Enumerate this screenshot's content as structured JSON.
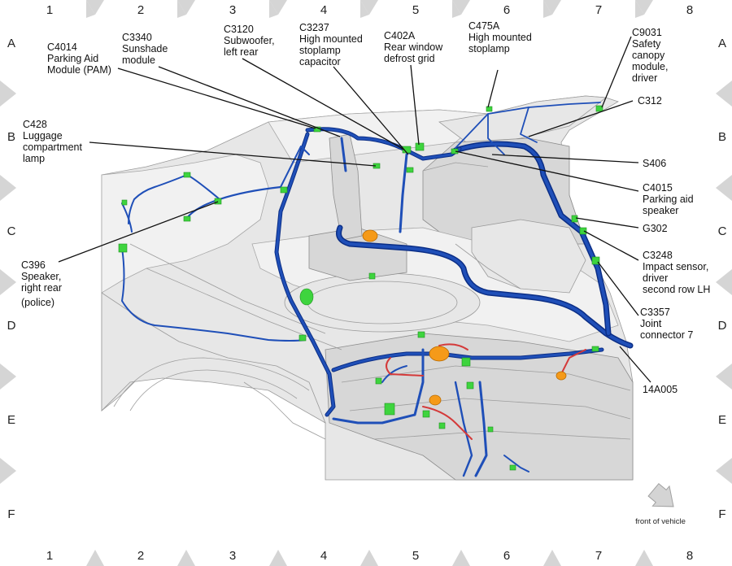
{
  "grid": {
    "columns": [
      "1",
      "2",
      "3",
      "4",
      "5",
      "6",
      "7",
      "8"
    ],
    "rows": [
      "A",
      "B",
      "C",
      "D",
      "E",
      "F"
    ]
  },
  "callouts": [
    {
      "id": "C4014",
      "lines": [
        "C4014",
        "Parking Aid",
        "Module (PAM)"
      ]
    },
    {
      "id": "C3340",
      "lines": [
        "C3340",
        "Sunshade",
        "module"
      ]
    },
    {
      "id": "C3120",
      "lines": [
        "C3120",
        "Subwoofer,",
        "left rear"
      ]
    },
    {
      "id": "C3237",
      "lines": [
        "C3237",
        "High mounted",
        "stoplamp",
        "capacitor"
      ]
    },
    {
      "id": "C402A",
      "lines": [
        "C402A",
        "Rear window",
        "defrost grid"
      ]
    },
    {
      "id": "C475A",
      "lines": [
        "C475A",
        "High mounted",
        "stoplamp"
      ]
    },
    {
      "id": "C9031",
      "lines": [
        "C9031",
        "Safety",
        "canopy",
        "module,",
        "driver"
      ]
    },
    {
      "id": "C312",
      "lines": [
        "C312"
      ]
    },
    {
      "id": "C428",
      "lines": [
        "C428",
        "Luggage",
        "compartment",
        "lamp"
      ]
    },
    {
      "id": "S406",
      "lines": [
        "S406"
      ]
    },
    {
      "id": "C4015",
      "lines": [
        "C4015",
        "Parking aid",
        "speaker"
      ]
    },
    {
      "id": "G302",
      "lines": [
        "G302"
      ]
    },
    {
      "id": "C3248",
      "lines": [
        "C3248",
        "Impact sensor,",
        "driver",
        "second row LH"
      ]
    },
    {
      "id": "C396",
      "lines": [
        "C396",
        "Speaker,",
        "right rear",
        "(police)"
      ]
    },
    {
      "id": "C3357",
      "lines": [
        "C3357",
        "Joint",
        "connector 7"
      ]
    },
    {
      "id": "14A005",
      "lines": [
        "14A005"
      ]
    }
  ],
  "orientation": {
    "label": "front of vehicle"
  },
  "colors": {
    "harness": "#1f4fb8",
    "connector": "#3ed43e",
    "component": "#f59a19",
    "wire_red": "#d43a3a",
    "body": "#e7e7e7",
    "grid_marker": "#d5d5d5"
  }
}
